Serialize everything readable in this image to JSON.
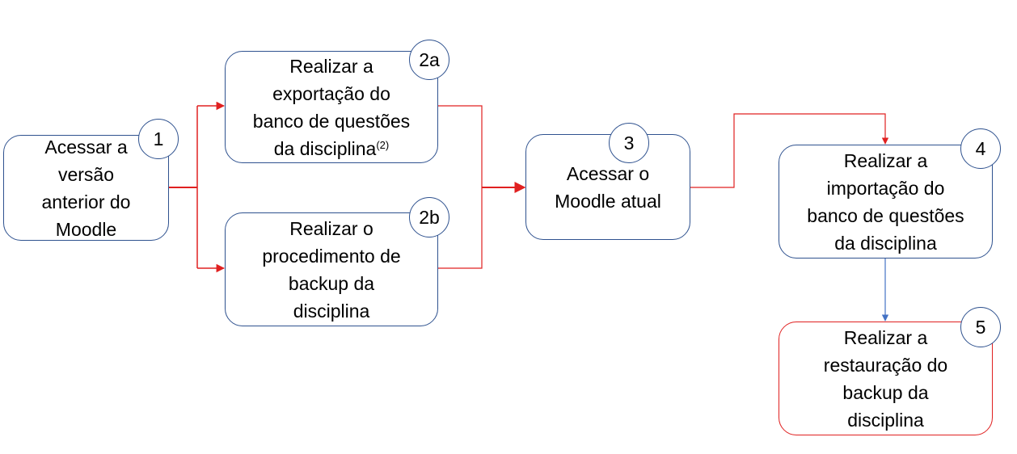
{
  "steps": {
    "s1": {
      "badge": "1",
      "label": "Acessar a\nversão\nanterior do\nMoodle"
    },
    "s2a": {
      "badge": "2a",
      "label": "Realizar a\nexportação do\nbanco de questões\nda disciplina",
      "note": "(2)"
    },
    "s2b": {
      "badge": "2b",
      "label": "Realizar o\nprocedimento de\nbackup da\ndisciplina"
    },
    "s3": {
      "badge": "3",
      "label": "Acessar o\nMoodle atual"
    },
    "s4": {
      "badge": "4",
      "label": "Realizar a\nimportação do\nbanco de questões\nda disciplina"
    },
    "s5": {
      "badge": "5",
      "label": "Realizar a\nrestauração do\nbackup da\ndisciplina"
    }
  },
  "colors": {
    "box_border": "#2f528f",
    "highlight_border": "#e02020",
    "connector_red": "#e02020",
    "connector_blue": "#4472c4"
  }
}
